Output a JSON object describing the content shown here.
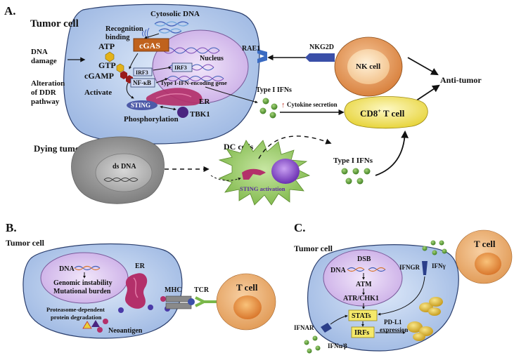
{
  "panelA": {
    "letter": "A.",
    "tumor_cell": "Tumor cell",
    "cytosolic_dna": "Cytosolic DNA",
    "recognition": "Recognition",
    "binding": "binding",
    "atp": "ATP",
    "cgas": "cGAS",
    "gtp": "GTP",
    "cgamp": "cGAMP",
    "activate": "Activate",
    "dna_damage_1": "DNA",
    "dna_damage_2": "damage",
    "ddr_1": "Alteration",
    "ddr_2": "of DDR",
    "ddr_3": "pathway",
    "irf3": "IRF3",
    "irf3_nucleus": "IRF3",
    "nfkb": "NF-κB",
    "nucleus": "Nucleus",
    "ifn_gene": "Type I-IFN-encoding gene",
    "sting": "STING",
    "er": "ER",
    "tbk1": "TBK1",
    "phosphorylation": "Phosphorylation",
    "rae1": "RAE1",
    "nkg2d": "NKG2D",
    "nk_cell": "NK cell",
    "anti_tumor": "Anti-tumor",
    "type1_ifns": "Type I IFNs",
    "cytokine_secretion": "Cytokine secretion",
    "cd8_prefix": "CD8",
    "cd8_sup": "+",
    "cd8_suffix": " T cell",
    "dying_tumor_cell": "Dying tumor cell",
    "ds_dna": "ds DNA",
    "dc_cells": "DC cells",
    "sting_activation": "STING activation",
    "type1_ifns_2": "Type I IFNs"
  },
  "panelB": {
    "letter": "B.",
    "tumor_cell": "Tumor cell",
    "dna": "DNA",
    "er": "ER",
    "genomic_instability": "Genomic instability",
    "mutational_burden": "Mutational burden",
    "proteasome_1": "Proteasome-dependent",
    "proteasome_2": "protein degradation",
    "neoantigen": "Neoantigen",
    "mhc": "MHC",
    "tcr": "TCR",
    "t_cell": "T cell"
  },
  "panelC": {
    "letter": "C.",
    "tumor_cell": "Tumor cell",
    "dsb": "DSB",
    "dna": "DNA",
    "atm": "ATM",
    "atr_chk1": "ATR/CHK1",
    "stats": "STATs",
    "irfs": "IRFs",
    "ifngr": "IFNGR",
    "ifng": "IFNγ",
    "t_cell": "T cell",
    "ifnar": "IFNAR",
    "ifnab": "IFNα/β",
    "pdl1_1": "PD-L1",
    "pdl1_2": "expression"
  },
  "colors": {
    "cell_fill": "#b9cfee",
    "cell_stroke": "#2b3f6e",
    "nucleus_fill": "#dcc7ee",
    "cgas_fill": "#c0621d",
    "nk_fill": "#e9a063",
    "cd8_fill": "#f5ea6a",
    "green_dot": "#5a9e34",
    "dc_fill": "#8ec35a",
    "dying_fill": "#8f8f8f",
    "tcell_fill": "#efb071",
    "er_fill": "#b3306a",
    "sting_fill": "#4d5aa8",
    "tbk1_fill": "#4a2480",
    "pdl1_fill": "#e0c23c"
  }
}
